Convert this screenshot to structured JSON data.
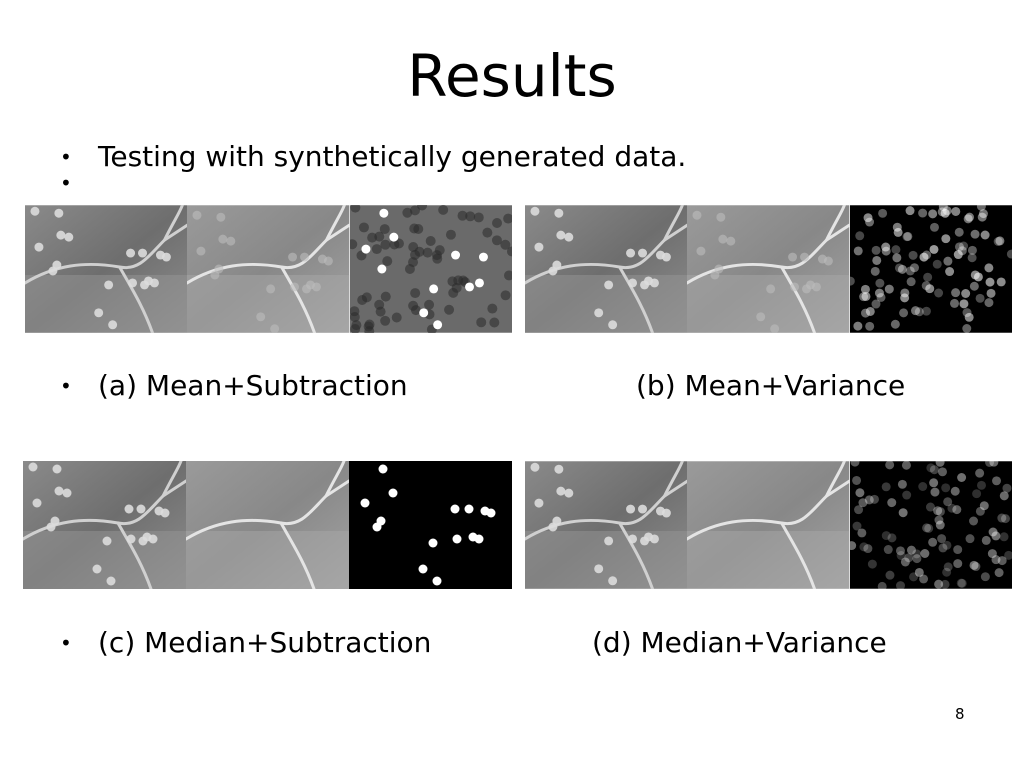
{
  "title": "Results",
  "bullets": {
    "first": "Testing with synthetically generated data.",
    "second": "",
    "row1_caption_a": "(a) Mean+Subtraction",
    "row1_caption_b": "(b) Mean+Variance",
    "row2_caption_c": "(c) Median+Subtraction",
    "row2_caption_d": "(d) Median+Variance"
  },
  "bullet_glyph": "•",
  "figures": [
    {
      "id": "a",
      "result_style": "mean-subtraction"
    },
    {
      "id": "b",
      "result_style": "mean-variance"
    },
    {
      "id": "c",
      "result_style": "median-subtraction"
    },
    {
      "id": "d",
      "result_style": "median-variance"
    }
  ],
  "colors": {
    "background": "#ffffff",
    "text": "#000000",
    "gray_background": "#6a6a6a",
    "black_background": "#000000"
  },
  "page_number": "8"
}
